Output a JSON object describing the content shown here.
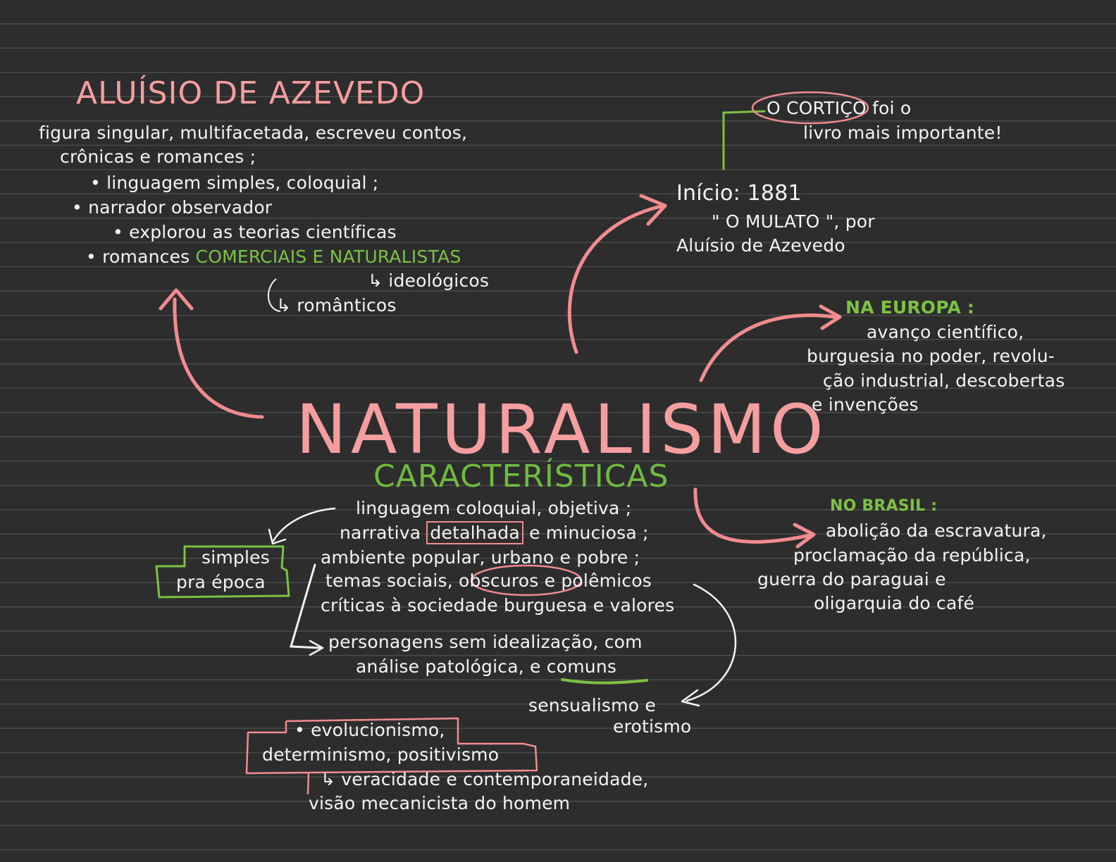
{
  "center": {
    "title": "NATURALISMO",
    "subtitle": "CARACTERÍSTICAS"
  },
  "aluisio": {
    "title": "ALUÍSIO DE AZEVEDO",
    "lines": [
      "figura singular, multifacetada, escreveu contos,",
      "crônicas e romances ;",
      "• linguagem simples, coloquial ;",
      "• narrador observador",
      "• explorou as teorias científicas"
    ],
    "romances_prefix": "• romances",
    "romances_highlight": "COMERCIAIS E NATURALISTAS",
    "branch_ideologicos": "↳ ideológicos",
    "branch_romanticos": "↳ românticos"
  },
  "cortico": {
    "line1_highlight": "O CORTIÇO",
    "line1_rest": "foi o",
    "line2": "livro mais importante!"
  },
  "inicio": {
    "line1": "Início: 1881",
    "line2": "\" O MULATO \", por",
    "line3": "Aluísio de Azevedo"
  },
  "europa": {
    "title": "NA EUROPA :",
    "lines": [
      "avanço científico,",
      "burguesia no poder, revolu-",
      "ção industrial, descobertas",
      "e invenções"
    ]
  },
  "brasil": {
    "title": "NO BRASIL :",
    "lines": [
      "abolição da escravatura,",
      "proclamação da república,",
      "guerra do paraguai e",
      "oligarquia do café"
    ]
  },
  "caracteristicas": {
    "line1": "linguagem coloquial, objetiva ;",
    "line2_pre": "narrativa",
    "line2_box": "detalhada",
    "line2_post": "e minuciosa ;",
    "line3": "ambiente popular, urbano e pobre ;",
    "line4_pre": "temas sociais,",
    "line4_circle": "obscuros",
    "line4_post": "e polêmicos",
    "line5": "críticas à sociedade burguesa e valores",
    "personagens_line1": "personagens sem idealização, com",
    "personagens_line2_pre": "análise patológica,",
    "personagens_line2_under": "e comuns",
    "simples_line1": "simples",
    "simples_line2": "pra época",
    "sensualismo_line1": "sensualismo e",
    "sensualismo_line2": "erotismo",
    "evolucionismo": "• evolucionismo,",
    "determinismo": "determinismo, positivismo",
    "veracidade_line1": "↳ veracidade e contemporaneidade,",
    "veracidade_line2": "visão mecanicista do homem"
  },
  "colors": {
    "background": "#2d2d2e",
    "pink": "#f59ea0",
    "green": "#7cc242",
    "white": "#f4f4f4"
  }
}
